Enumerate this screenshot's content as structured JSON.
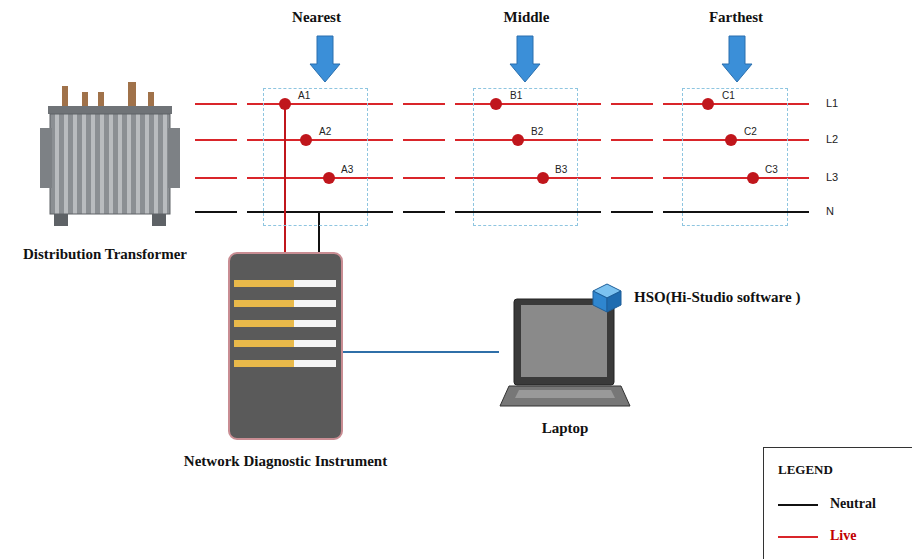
{
  "diagram": {
    "nodes": [
      {
        "text": [
          "Distribution Transformer"
        ]
      },
      {
        "text": [
          "Nearest"
        ]
      },
      {
        "text": [
          "Middle"
        ]
      },
      {
        "text": [
          "Farthest"
        ]
      },
      {
        "text": [
          "Network Diagnostic Instrument"
        ]
      },
      {
        "text": [
          "Laptop"
        ]
      },
      {
        "text": [
          "HSO(Hi-Studio software )"
        ]
      }
    ],
    "edges": [
      {
        "from": 4,
        "to": 1,
        "arrow": "none"
      },
      {
        "from": 4,
        "to": 1,
        "arrow": "none"
      },
      {
        "from": 4,
        "to": 5,
        "arrow": "none"
      }
    ],
    "labels": [
      "A1",
      "A2",
      "A3",
      "B1",
      "B2",
      "B3",
      "C1",
      "C2",
      "C3",
      "L1",
      "L2",
      "L3",
      "N",
      "LEGEND"
    ],
    "legend": [
      {
        "text": "Neutral"
      },
      {
        "text": "Live"
      }
    ]
  }
}
